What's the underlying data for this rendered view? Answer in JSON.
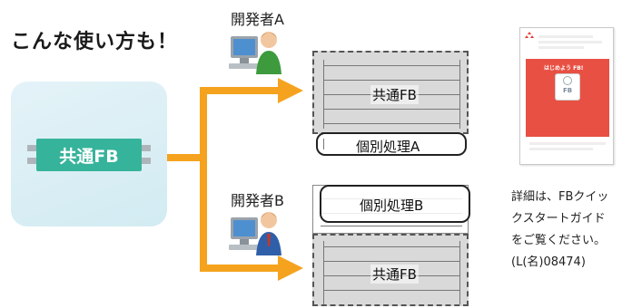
{
  "headline": "こんな使い方も！",
  "shared_fb": {
    "label": "共通FB"
  },
  "developers": [
    {
      "label": "開発者A",
      "shared_label": "共通FB",
      "individual_label": "個別処理A"
    },
    {
      "label": "開発者B",
      "shared_label": "共通FB",
      "individual_label": "個別処理B"
    }
  ],
  "manual": {
    "mini_title": "はじめよう FB!",
    "screen_label": "FB"
  },
  "detail_text": {
    "line1": "詳細は、FBクイッ",
    "line2": "クスタートガイド",
    "line3": "をご覧ください。",
    "line4": "(L(名)08474)"
  },
  "colors": {
    "accent_orange": "#f5a31e",
    "fb_green": "#36b39b",
    "panel_blue": "#d8eef4",
    "manual_red": "#e85043"
  }
}
